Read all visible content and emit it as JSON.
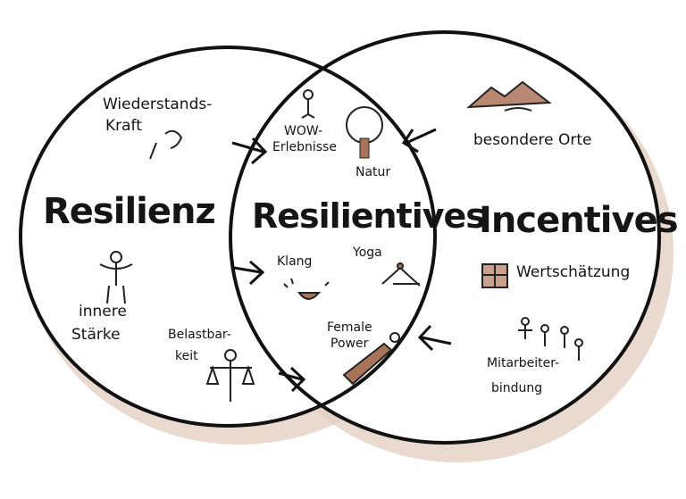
{
  "left": {
    "title": "Resilienz",
    "items": [
      "Wiederstands-",
      "Kraft",
      "innere",
      "Stärke",
      "Belastbar-",
      "keit"
    ]
  },
  "center": {
    "title": "Resilientives",
    "items": [
      "WOW-",
      "Erlebnisse",
      "Natur",
      "Klang",
      "Yoga",
      "Female",
      "Power"
    ]
  },
  "right": {
    "title": "Incentives",
    "items": [
      "besondere Orte",
      "Wertschätzung",
      "Mitarbeiter-",
      "bindung"
    ]
  },
  "colors": {
    "ink": "#111111",
    "shadow": "#d8bfb0",
    "accent": "#a9735a"
  }
}
